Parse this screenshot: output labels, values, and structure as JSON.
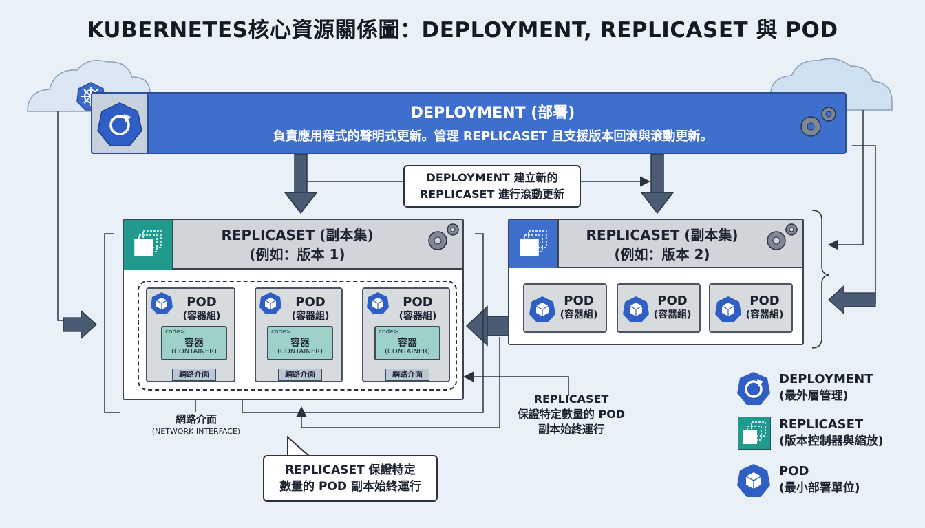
{
  "title": "KUBERNETES核心資源關係圖：DEPLOYMENT, REPLICASET 與 POD",
  "deployment": {
    "title": "DEPLOYMENT (部署)",
    "description": "負責應用程式的聲明式更新。管理 REPLICASET 且支援版本回滾與滾動更新。"
  },
  "rollout_callout": {
    "line1": "DEPLOYMENT 建立新的",
    "line2": "REPLICASET 進行滾動更新"
  },
  "replicaset_v1": {
    "title": "REPLICASET (副本集)",
    "subtitle": "(例如：版本 1)",
    "pods": [
      {
        "label": "POD",
        "sub": "(容器組)",
        "code": "code>",
        "container": "容器",
        "container_sub": "(CONTAINER)",
        "net": "網路介面"
      },
      {
        "label": "POD",
        "sub": "(容器組)",
        "code": "code>",
        "container": "容器",
        "container_sub": "(CONTAINER)",
        "net": "網路介面"
      },
      {
        "label": "POD",
        "sub": "(容器組)",
        "code": "code>",
        "container": "容器",
        "container_sub": "(CONTAINER)",
        "net": "網路介面"
      }
    ]
  },
  "replicaset_v2": {
    "title": "REPLICASET (副本集)",
    "subtitle": "(例如：版本 2)",
    "pods": [
      {
        "label": "POD",
        "sub": "(容器組)"
      },
      {
        "label": "POD",
        "sub": "(容器組)"
      },
      {
        "label": "POD",
        "sub": "(容器組)"
      }
    ]
  },
  "network_interface_label": {
    "line1": "網路介面",
    "line2": "(NETWORK INTERFACE)"
  },
  "replicaset_note": {
    "line1": "REPLICASET",
    "line2": "保證特定數量的 POD",
    "line3": "副本始終運行"
  },
  "bottom_callout": {
    "line1": "REPLICASET 保證特定",
    "line2": "數量的 POD 副本始終運行"
  },
  "legend": [
    {
      "title": "DEPLOYMENT",
      "desc": "(最外層管理)",
      "icon": "deployment-icon"
    },
    {
      "title": "REPLICASET",
      "desc": "(版本控制器與縮放)",
      "icon": "replicaset-icon"
    },
    {
      "title": "POD",
      "desc": "(最小部署單位)",
      "icon": "pod-icon"
    }
  ],
  "colors": {
    "deployment": "#3f6fce",
    "replicaset_v1_accent": "#1f9a8c",
    "replicaset_v2_accent": "#3f6fce",
    "pod_icon": "#2f5fc4",
    "container": "#9fd1cb",
    "background": "#e9f0f7"
  }
}
